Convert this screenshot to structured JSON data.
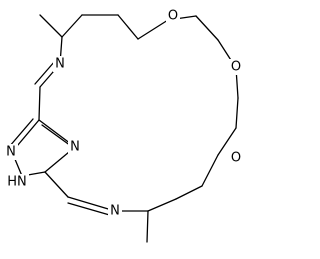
{
  "molecule": {
    "atoms": {
      "o_top": "O",
      "o_middle": "O",
      "o_lower": "O",
      "n_imine_top": "N",
      "n_imine_bottom": "N",
      "n_triazole_right": "N",
      "n_triazole_left": "N",
      "nh_triazole": "HN"
    }
  },
  "colors": {
    "bond": "#000000",
    "text": "#000000",
    "background": "#ffffff"
  }
}
